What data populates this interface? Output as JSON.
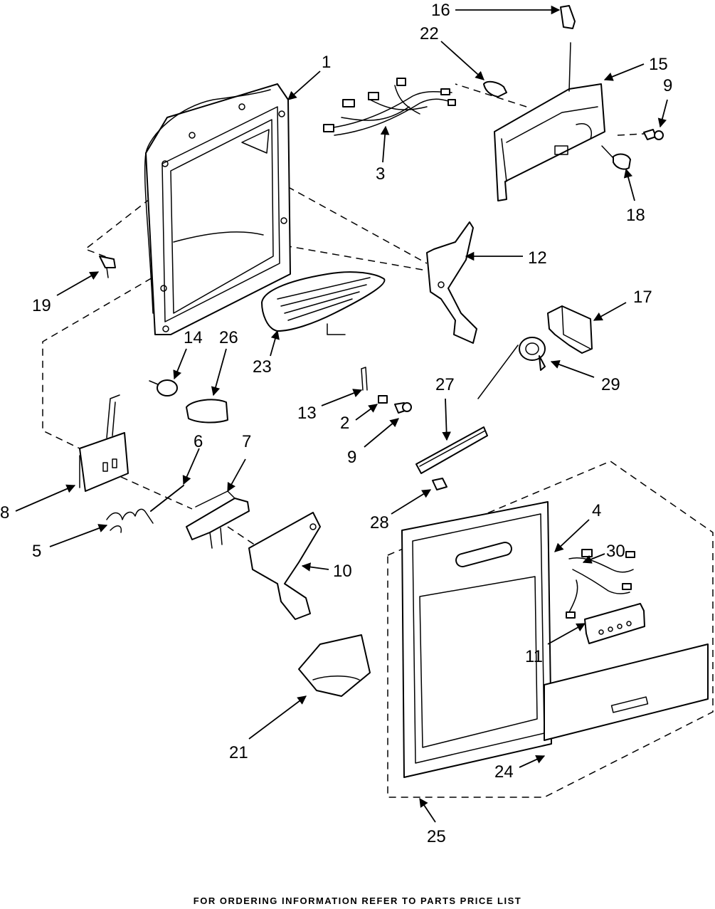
{
  "callouts": [
    "16",
    "22",
    "15",
    "9",
    "1",
    "3",
    "18",
    "12",
    "19",
    "17",
    "14",
    "26",
    "23",
    "29",
    "13",
    "27",
    "2",
    "9",
    "6",
    "7",
    "8",
    "28",
    "4",
    "5",
    "10",
    "30",
    "11",
    "21",
    "24",
    "25"
  ],
  "footer_note": "FOR ORDERING INFORMATION REFER TO PARTS PRICE LIST",
  "colors": {
    "line": "#000000",
    "background": "#ffffff"
  }
}
